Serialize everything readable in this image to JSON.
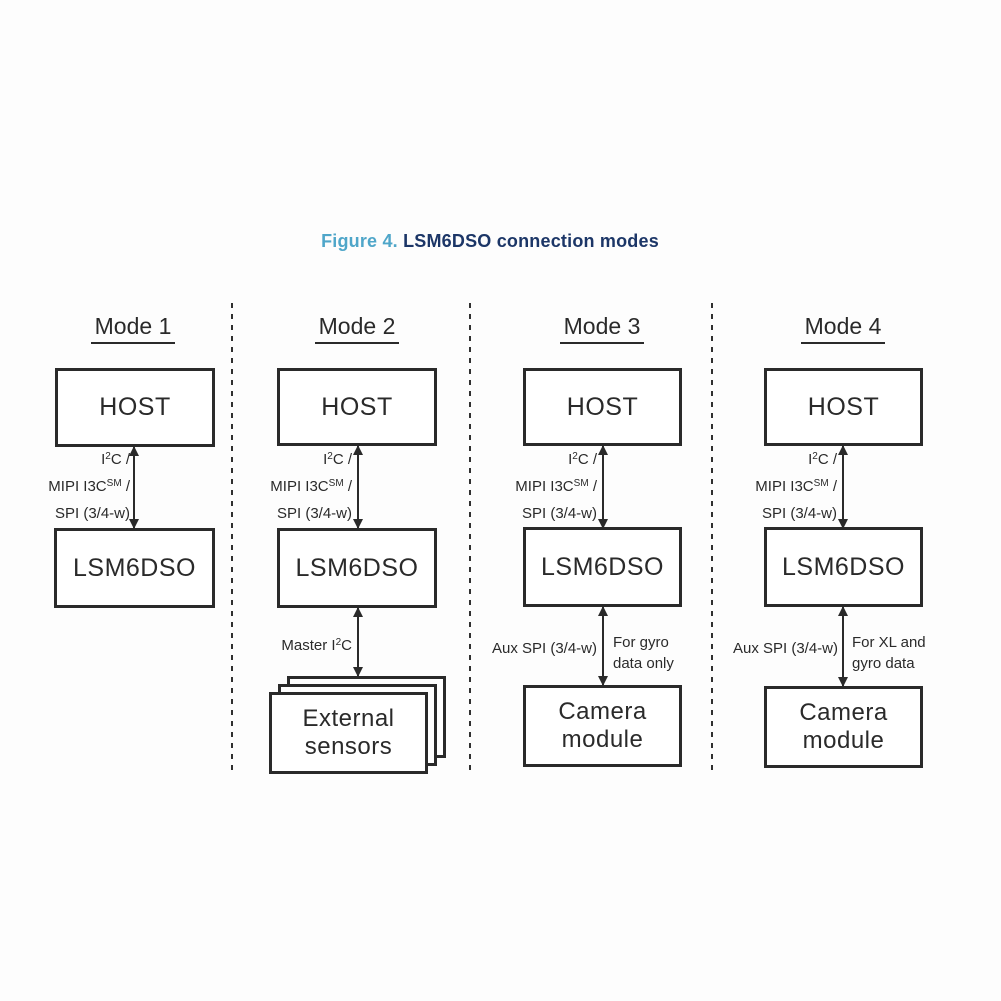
{
  "title": {
    "figure_label": "Figure 4.",
    "caption": " LSM6DSO connection modes"
  },
  "colors": {
    "figure_label_blue": "#4fa6c9",
    "caption_navy": "#1c3667",
    "line_black": "#2a2a2a"
  },
  "bus_label": {
    "line1_pre": "I",
    "line1_sup": "2",
    "line1_post": "C /",
    "line2_pre": "MIPI I3C",
    "line2_sup": "SM",
    "line2_post": " /",
    "line3": "SPI (3/4-w)"
  },
  "master_label": {
    "pre": "Master I",
    "sup": "2",
    "post": "C"
  },
  "modes": [
    {
      "heading": "Mode 1",
      "host": "HOST",
      "device": "LSM6DSO"
    },
    {
      "heading": "Mode 2",
      "host": "HOST",
      "device": "LSM6DSO",
      "bottom_box": "External sensors"
    },
    {
      "heading": "Mode 3",
      "host": "HOST",
      "device": "LSM6DSO",
      "aux_label": "Aux SPI (3/4-w)",
      "note_line1": "For gyro",
      "note_line2": "data only",
      "bottom_box": "Camera module"
    },
    {
      "heading": "Mode 4",
      "host": "HOST",
      "device": "LSM6DSO",
      "aux_label": "Aux SPI (3/4-w)",
      "note_line1": "For XL and",
      "note_line2": "gyro data",
      "bottom_box": "Camera module"
    }
  ]
}
